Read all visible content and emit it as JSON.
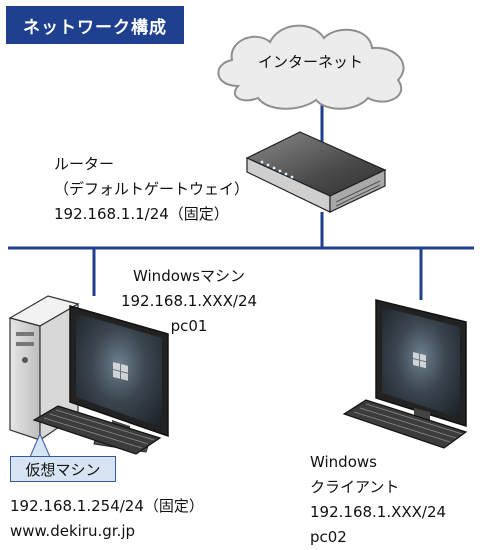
{
  "title": "ネットワーク構成",
  "cloud": {
    "label": "インターネット"
  },
  "router": {
    "name": "ルーター",
    "role": "（デフォルトゲートウェイ）",
    "ip": "192.168.1.1/24（固定）"
  },
  "windows_machine": {
    "name": "Windowsマシン",
    "ip": "192.168.1.XXX/24",
    "host": "pc01"
  },
  "virtual_machine": {
    "tag": "仮想マシン",
    "ip": "192.168.1.254/24（固定）",
    "domain": "www.dekiru.gr.jp"
  },
  "windows_client": {
    "name_line1": "Windows",
    "name_line2": "クライアント",
    "ip": "192.168.1.XXX/24",
    "host": "pc02"
  },
  "colors": {
    "network_line": "#1f3f8f",
    "title_bg": "#1f3f8f",
    "vm_tag_bg": "#d6e4f3"
  }
}
